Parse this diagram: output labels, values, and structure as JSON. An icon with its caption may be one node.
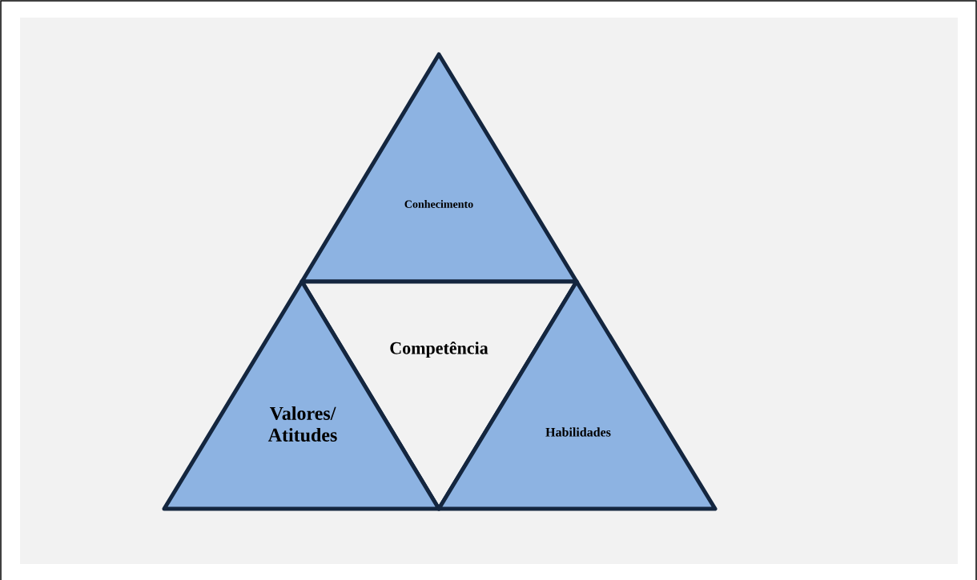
{
  "diagram": {
    "nodes": [
      {
        "text": [
          "Conhecimento"
        ]
      },
      {
        "text": [
          "Competência"
        ]
      },
      {
        "text": [
          "Valores/ Atitudes"
        ]
      },
      {
        "text": [
          "Habilidades"
        ]
      }
    ]
  }
}
